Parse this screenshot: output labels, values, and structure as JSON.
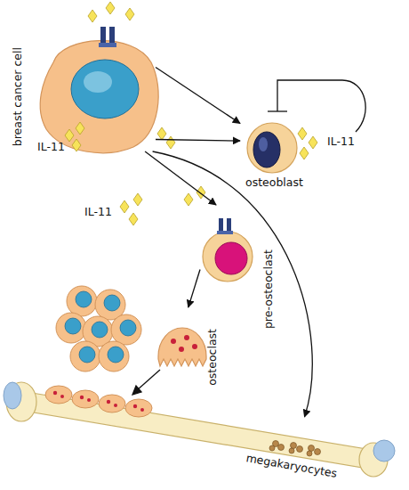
{
  "diagram": {
    "nodes": [
      {
        "text": [
          "breast cancer cell"
        ]
      },
      {
        "text": [
          "osteoblast"
        ]
      },
      {
        "text": [
          "pre-osteoclast"
        ]
      },
      {
        "text": [
          "osteoclast"
        ]
      },
      {
        "text": [
          "megakaryocytes"
        ]
      }
    ],
    "edges": [
      {
        "from": 0,
        "to": 1,
        "arrow": "to"
      },
      {
        "from": 0,
        "to": 1,
        "arrow": "to"
      },
      {
        "from": 0,
        "to": 2,
        "arrow": "to"
      },
      {
        "from": 0,
        "to": 4,
        "arrow": "to"
      },
      {
        "from": 2,
        "to": 3,
        "arrow": "to"
      }
    ],
    "labels": [
      "IL-11",
      "IL-11",
      "IL-11"
    ]
  }
}
